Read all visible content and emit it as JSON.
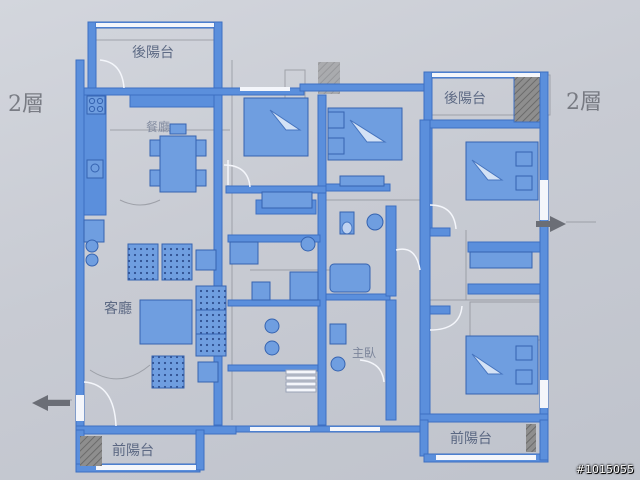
{
  "labels": {
    "balcony_top_left": "後陽台",
    "balcony_top_right": "後陽台",
    "balcony_bottom_left": "前陽台",
    "balcony_bottom_right": "前陽台",
    "living_room": "客廳",
    "dining": "餐廳",
    "master_room": "主臥",
    "floor_left": "2層",
    "floor_right": "2層"
  },
  "watermark": "#1015055",
  "colors": {
    "wall": "#5b8fdc",
    "wall_stroke": "#3d6fc2",
    "furniture": "#6f9ee0",
    "furniture_stroke": "#3563b0",
    "paper": "#cdd0d8",
    "pencil": "#6b6e76",
    "window": "#f4f6fb"
  }
}
